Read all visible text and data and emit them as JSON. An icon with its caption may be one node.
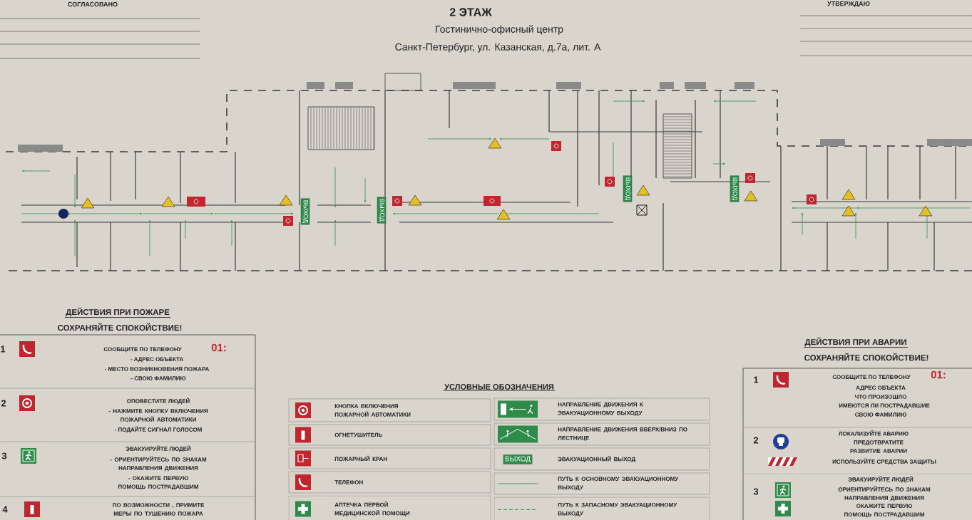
{
  "diagram": {
    "title": "2 ЭТАЖ",
    "labels": [
      "СОГЛАСОВАНО",
      "УТВЕРЖДАЮ",
      "Гостинично-офисный центр",
      "Санкт-Петербург, ул. Казанская, д.7а, лит. А",
      "ВЫХОД",
      "ВЫХОД",
      "ВЫХОД",
      "ВЫХОД",
      "ДЕЙСТВИЯ ПРИ ПОЖАРЕ",
      "СОХРАНЯЙТЕ СПОКОЙСТВИЕ!",
      "1",
      "СООБЩИТЕ ПО ТЕЛЕФОНУ",
      "01:",
      "- АДРЕС ОБЪЕКТА",
      "- МЕСТО ВОЗНИКНОВЕНИЯ ПОЖАРА",
      "- СВОЮ ФАМИЛИЮ",
      "2",
      "ОПОВЕСТИТЕ ЛЮДЕЙ",
      "- НАЖМИТЕ КНОПКУ ВКЛЮЧЕНИЯ ПОЖАРНОЙ АВТОМАТИКИ",
      "- ПОДАЙТЕ СИГНАЛ ГОЛОСОМ",
      "3",
      "ЭВАКУИРУЙТЕ ЛЮДЕЙ",
      "- ОРИЕНТИРУЙТЕСЬ ПО ЗНАКАМ НАПРАВЛЕНИЯ ДВИЖЕНИЯ",
      "- ОКАЖИТЕ ПЕРВУЮ ПОМОЩЬ ПОСТРАДАВШИМ",
      "4",
      "ПО ВОЗМОЖНОСТИ , ПРИМИТЕ МЕРЫ ПО ТУШЕНИЮ ПОЖАРА",
      "УСЛОВНЫЕ ОБОЗНАЧЕНИЯ",
      "ВЫХОД",
      "ДЕЙСТВИЯ ПРИ АВАРИИ",
      "СОХРАНЯЙТЕ СПОКОЙСТВИЕ!",
      "1",
      "СООБЩИТЕ ПО ТЕЛЕФОНУ",
      "01:",
      "АДРЕС ОБЪЕКТА",
      "ЧТО ПРОИЗОШЛО",
      "ИМЕЮТСЯ ЛИ ПОСТРАДАВШИЕ",
      "СВОЮ ФАМИЛИЮ",
      "2",
      "ЛОКАЛИЗУЙТЕ АВАРИЮ",
      "ПРЕДОТВРАТИТЕ РАЗВИТИЕ АВАРИИ",
      "ИСПОЛЬЗУЙТЕ СРЕДСТВА ЗАЩИТЫ",
      "3",
      "ЭВАКУИРУЙТЕ ЛЮДЕЙ",
      "ОРИЕНТИРУЙТЕСЬ ПО ЗНАКАМ НАПРАВЛЕНИЯ ДВИЖЕНИЯ",
      "ОКАЖИТЕ ПЕРВУЮ ПОМОЩЬ ПОСТРАДАВШИМ"
    ],
    "legend": [
      {
        "text": "КНОПКА ВКЛЮЧЕНИЯ ПОЖАРНОЙ АВТОМАТИКИ"
      },
      {
        "text": "ОГНЕТУШИТЕЛЬ"
      },
      {
        "text": "ПОЖАРНЫЙ КРАН"
      },
      {
        "text": "ТЕЛЕФОН"
      },
      {
        "text": "АПТЕЧКА ПЕРВОЙ МЕДИЦИНСКОЙ ПОМОЩИ"
      },
      {
        "text": "НАПРАВЛЕНИЕ ДВИЖЕНИЯ К ЭВАКУАЦИОННОМУ ВЫХОДУ"
      },
      {
        "text": "НАПРАВЛЕНИЕ ДВИЖЕНИЯ ВВЕРХ/ВНИЗ ПО ЛЕСТНИЦЕ"
      },
      {
        "text": "ЭВАКУАЦИОННЫЙ ВЫХОД"
      },
      {
        "text": "ПУТЬ К ОСНОВНОМУ ЭВАКУАЦИОННОМУ ВЫХОДУ"
      },
      {
        "text": "ПУТЬ К ЗАПАСНОМУ ЭВАКУАЦИОННОМУ ВЫХОДУ"
      }
    ]
  }
}
